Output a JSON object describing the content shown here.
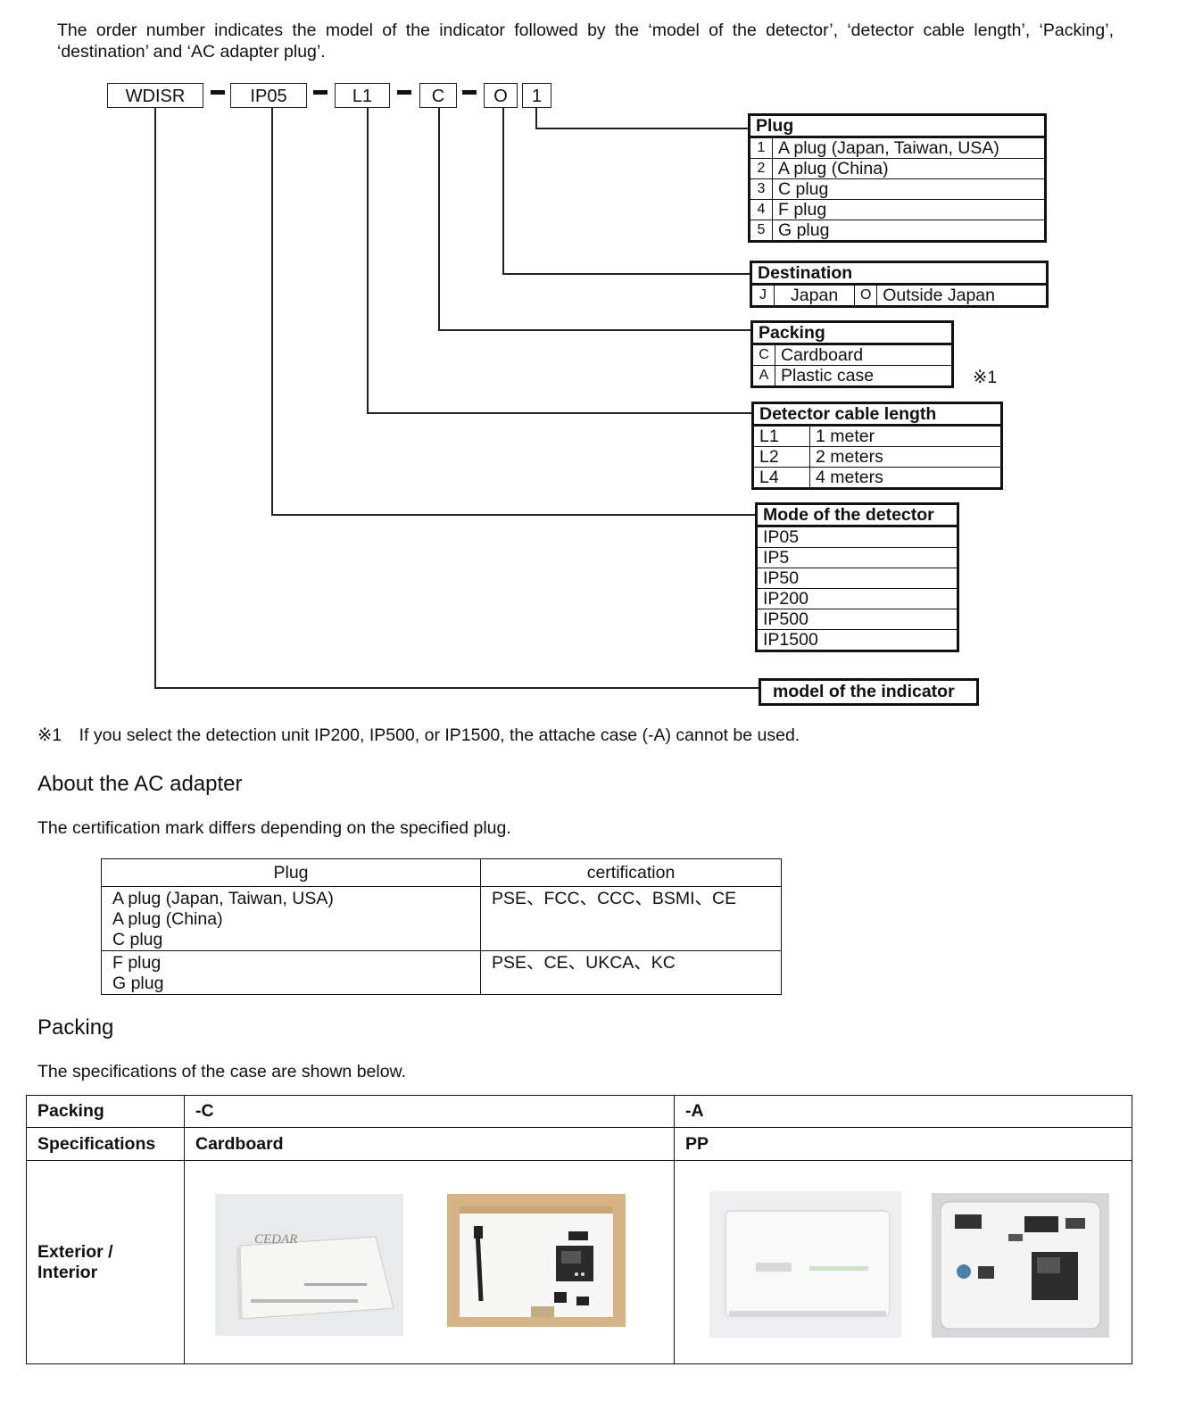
{
  "intro": "The order number indicates the model of the indicator followed by the ‘model of the detector’, ‘detector cable length’, ‘Packing’, ‘destination’ and ‘AC adapter plug’.",
  "order_code": {
    "indicator": "WDISR",
    "detector": "IP05",
    "cable": "L1",
    "packing": "C",
    "destination": "O",
    "plug": "1"
  },
  "plug_table": {
    "title": "Plug",
    "rows": [
      {
        "code": "1",
        "label": "A plug (Japan, Taiwan, USA)"
      },
      {
        "code": "2",
        "label": "A plug (China)"
      },
      {
        "code": "3",
        "label": "C plug"
      },
      {
        "code": "4",
        "label": "F plug"
      },
      {
        "code": "5",
        "label": "G plug"
      }
    ]
  },
  "destination_table": {
    "title": "Destination",
    "code_j": "J",
    "label_j": "Japan",
    "code_o": "O",
    "label_o": "Outside Japan"
  },
  "packing_table": {
    "title": "Packing",
    "rows": [
      {
        "code": "C",
        "label": "Cardboard"
      },
      {
        "code": "A",
        "label": "Plastic case"
      }
    ],
    "note_mark": "※1"
  },
  "cable_table": {
    "title": "Detector cable length",
    "rows": [
      {
        "code": "L1",
        "label": "1 meter"
      },
      {
        "code": "L2",
        "label": "2 meters"
      },
      {
        "code": "L4",
        "label": "4 meters"
      }
    ]
  },
  "detector_table": {
    "title": "Mode of the detector",
    "rows": [
      "IP05",
      "IP5",
      "IP50",
      "IP200",
      "IP500",
      "IP1500"
    ]
  },
  "indicator_label": "model of the indicator",
  "note1": {
    "mark": "※1",
    "text": "If you select the detection unit IP200, IP500, or IP1500, the attache case (-A) cannot be used."
  },
  "ac_section": {
    "heading": "About the AC adapter",
    "text": "The certification mark differs depending on the specified plug.",
    "col_plug": "Plug",
    "col_cert": "certification",
    "rows": [
      {
        "plugs": [
          "A plug (Japan, Taiwan, USA)",
          "A plug (China)",
          "C plug"
        ],
        "cert": "PSE、FCC、CCC、BSMI、CE"
      },
      {
        "plugs": [
          "F plug",
          "G plug"
        ],
        "cert": "PSE、CE、UKCA、KC"
      }
    ]
  },
  "packing_section": {
    "heading": "Packing",
    "text": "The specifications of the case are shown below.",
    "row1_label": "Packing",
    "row1_c": "-C",
    "row1_a": "-A",
    "row2_label": "Specifications",
    "row2_c": "Cardboard",
    "row2_a": "PP",
    "row3_label_1": "Exterior /",
    "row3_label_2": "Interior",
    "brand_logo": "CEDAR"
  }
}
